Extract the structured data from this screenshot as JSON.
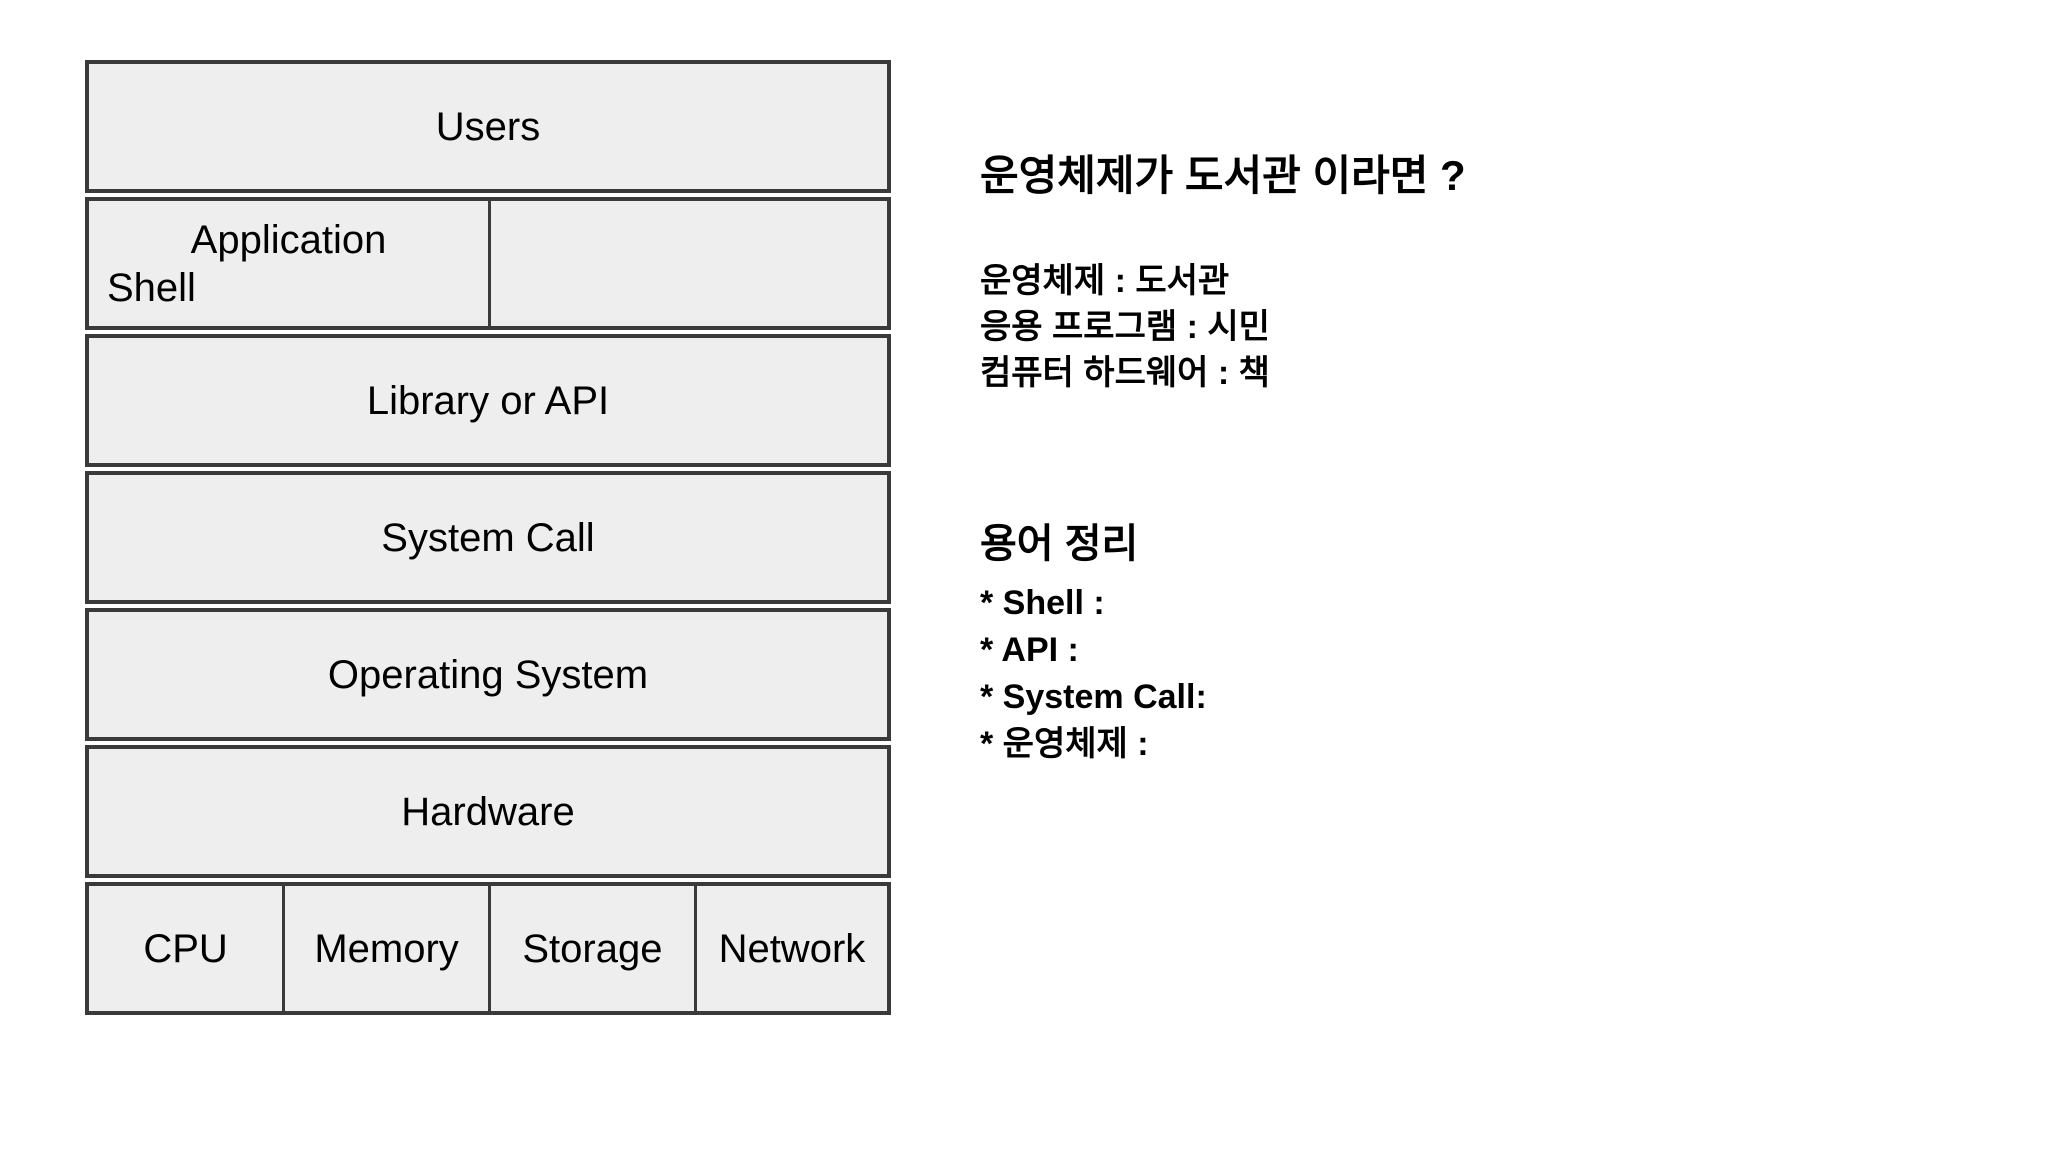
{
  "page": {
    "background": "#ffffff"
  },
  "diagram": {
    "colors": {
      "box_fill": "#eeeeee",
      "box_border": "#3a3a3a",
      "text": "#000000"
    },
    "users_label": "Users",
    "application_label": "Application",
    "shell_label": "Shell",
    "library_label": "Library or API",
    "system_call_label": "System Call",
    "operating_system_label": "Operating System",
    "hardware_label": "Hardware",
    "components": [
      "CPU",
      "Memory",
      "Storage",
      "Network"
    ]
  },
  "notes": {
    "analogy_title": "운영체제가 도서관 이라면 ?",
    "analogy_lines": [
      "운영체제 : 도서관",
      "응용 프로그램 : 시민",
      "컴퓨터 하드웨어 : 책"
    ],
    "glossary_title": "용어 정리",
    "glossary_items": [
      "* Shell :",
      "* API :",
      "* System Call:",
      "* 운영체제 :"
    ]
  }
}
